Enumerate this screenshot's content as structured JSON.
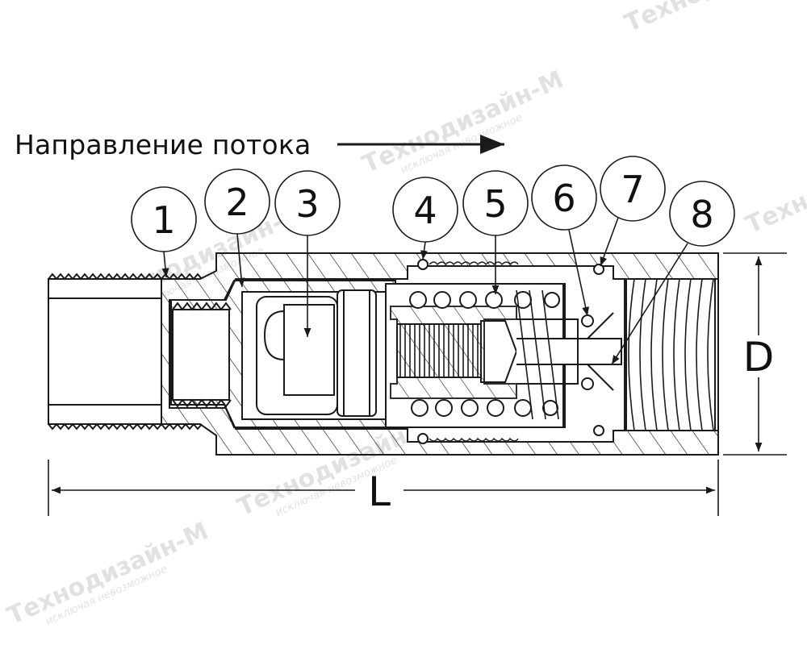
{
  "flow_direction_label": "Направление потока",
  "callouts": [
    "1",
    "2",
    "3",
    "4",
    "5",
    "6",
    "7",
    "8"
  ],
  "dimensions": {
    "diameter_label": "D",
    "length_label": "L"
  },
  "watermark": {
    "brand": "Технодизайн-М",
    "tagline": "исключая невозможное"
  },
  "colors": {
    "line": "#1a1a1a",
    "watermark": "#d9d9d9",
    "background": "#ffffff"
  }
}
